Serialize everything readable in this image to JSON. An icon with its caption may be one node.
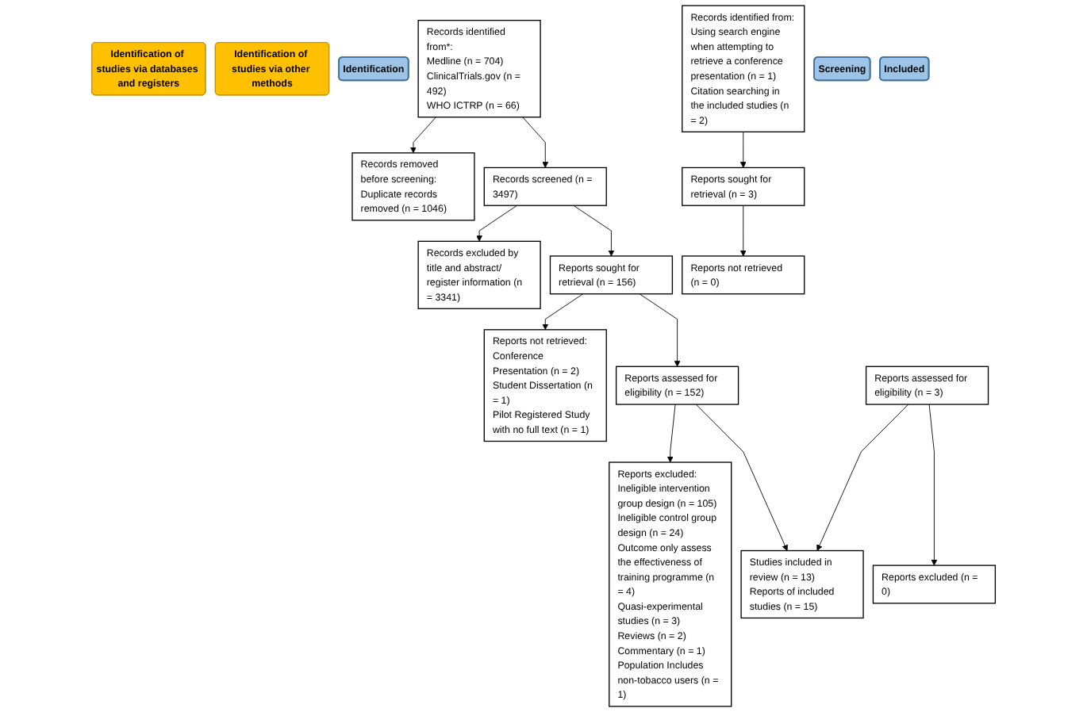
{
  "diagram": {
    "nodes": [
      {
        "text": [
          "Identification of studies via databases and registers"
        ]
      },
      {
        "text": [
          "Identification of studies via other methods"
        ]
      },
      {
        "text": [
          "Identification"
        ]
      },
      {
        "text": [
          "Records identified from*:",
          "Medline (n = 704)",
          "ClinicalTrials.gov (n = 492)",
          "WHO ICTRP (n = 66)"
        ]
      },
      {
        "text": [
          "Records removed before screening:",
          "Duplicate records removed (n = 1046)"
        ]
      },
      {
        "text": [
          "Records identified from:",
          "Using search engine when attempting to retrieve a conference presentation (n = 1)",
          "Citation searching in the included studies (n = 2)"
        ]
      },
      {
        "text": [
          "Screening"
        ]
      },
      {
        "text": [
          "Records screened (n = 3497)"
        ]
      },
      {
        "text": [
          "Records excluded by title and abstract/ register information (n = 3341)"
        ]
      },
      {
        "text": [
          "Reports sought for retrieval (n = 156)"
        ]
      },
      {
        "text": [
          "Reports not retrieved:",
          "Conference Presentation (n = 2)",
          "Student Dissertation (n = 1)",
          "Pilot Registered Study with no full text (n = 1)"
        ]
      },
      {
        "text": [
          "Reports sought for retrieval (n = 3)"
        ]
      },
      {
        "text": [
          "Reports not retrieved (n = 0)"
        ]
      },
      {
        "text": [
          "Reports assessed for eligibility (n = 152)"
        ]
      },
      {
        "text": [
          "Reports excluded:",
          "Ineligible intervention group design (n = 105)",
          "Ineligible control group design (n = 24)",
          "Outcome only assess the effectiveness of training programme (n = 4)",
          "Quasi-experimental studies (n = 3)",
          "Reviews (n = 2)",
          "Commentary (n = 1)",
          "Population Includes non-tobacco users (n = 1)"
        ]
      },
      {
        "text": [
          "Reports assessed for eligibility (n = 3)"
        ]
      },
      {
        "text": [
          "Reports excluded (n = 0)"
        ]
      },
      {
        "text": [
          "Included"
        ]
      },
      {
        "text": [
          "Studies included in review (n = 13)",
          "Reports of included studies (n = 15)"
        ]
      }
    ],
    "edges": [
      {
        "from": 3,
        "to": 4,
        "arrow": "to"
      },
      {
        "from": 3,
        "to": 7,
        "arrow": "to"
      },
      {
        "from": 5,
        "to": 11,
        "arrow": "to"
      },
      {
        "from": 7,
        "to": 8,
        "arrow": "to"
      },
      {
        "from": 7,
        "to": 9,
        "arrow": "to"
      },
      {
        "from": 9,
        "to": 10,
        "arrow": "to"
      },
      {
        "from": 11,
        "to": 12,
        "arrow": "to"
      },
      {
        "from": 9,
        "to": 13,
        "arrow": "to"
      },
      {
        "from": 13,
        "to": 14,
        "arrow": "to"
      },
      {
        "from": 15,
        "to": 16,
        "arrow": "to"
      },
      {
        "from": 13,
        "to": 18,
        "arrow": "to"
      },
      {
        "from": 15,
        "to": 18,
        "arrow": "to"
      }
    ]
  }
}
